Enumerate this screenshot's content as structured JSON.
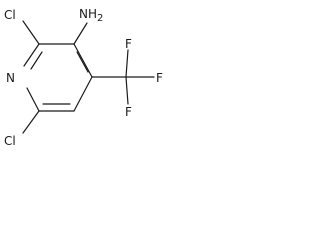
{
  "structure": {
    "atoms": {
      "cl_top": "Cl",
      "nh2": "NH",
      "nh2_subscript": "2",
      "f_top": "F",
      "f_right": "F",
      "f_bottom": "F",
      "n_ring": "N",
      "cl_bottom": "Cl"
    }
  }
}
